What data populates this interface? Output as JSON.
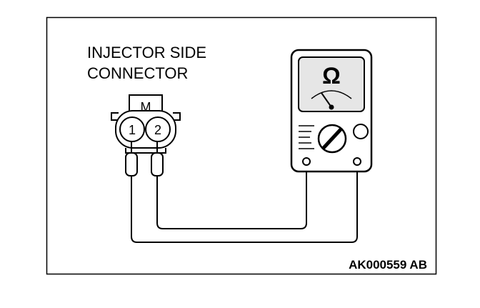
{
  "diagram": {
    "label_line1": "INJECTOR SIDE",
    "label_line2": "CONNECTOR",
    "connector_mark": "M",
    "pin_1": "1",
    "pin_2": "2",
    "meter_symbol": "Ω",
    "reference_code": "AK000559 AB"
  },
  "icons": [
    "ohmmeter-icon",
    "connector-icon",
    "test-probe-icon"
  ],
  "colors": {
    "line": "#000000",
    "background": "#ffffff",
    "meter_face": "#e6e6e6"
  }
}
